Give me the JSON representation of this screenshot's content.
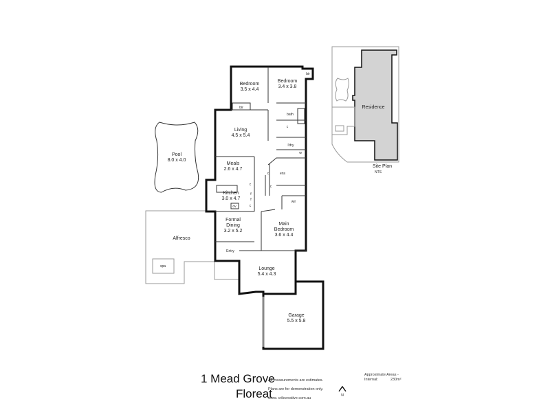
{
  "rooms": {
    "bedroom1": {
      "name": "Bedroom",
      "size": "3.5 x 4.4"
    },
    "bedroom2": {
      "name": "Bedroom",
      "size": "3.4 x 3.8"
    },
    "living": {
      "name": "Living",
      "size": "4.5 x 5.4"
    },
    "meals": {
      "name": "Meals",
      "size": "2.6 x 4.7"
    },
    "kitchen": {
      "name": "Kitchen",
      "size": "3.0 x 4.7"
    },
    "formal_dining": {
      "name1": "Formal",
      "name2": "Dining",
      "size": "3.2 x 5.2"
    },
    "main_bedroom": {
      "name1": "Main",
      "name2": "Bedroom",
      "size": "3.6 x 4.4"
    },
    "lounge": {
      "name": "Lounge",
      "size": "5.4 x 4.3"
    },
    "garage": {
      "name": "Garage",
      "size": "5.5 x 5.8"
    },
    "pool": {
      "name": "Pool",
      "size": "8.0 x 4.0"
    },
    "alfresco": {
      "name": "Alfresco"
    },
    "spa": {
      "name": "spa"
    },
    "entry": {
      "name": "Entry"
    },
    "small": {
      "bir": "bir",
      "bath": "bath",
      "c": "c",
      "ldry": "l'dry",
      "w": "w",
      "ens": "ens",
      "wir": "wir",
      "f": "f",
      "ov": "ov"
    }
  },
  "site_plan": {
    "residence": "Residence",
    "title": "Site Plan",
    "scale": "NTS"
  },
  "footer": {
    "address_line1": "1 Mead Grove",
    "address_line2": "Floreat",
    "note1": "All measurements are estimates.",
    "note2": "Plans are for demonstration only.",
    "website": "www. cribcreative.com.au",
    "areas_title": "Approximate Areas -",
    "internal_label": "Internal:",
    "internal_value": "230m²",
    "north": "N"
  }
}
